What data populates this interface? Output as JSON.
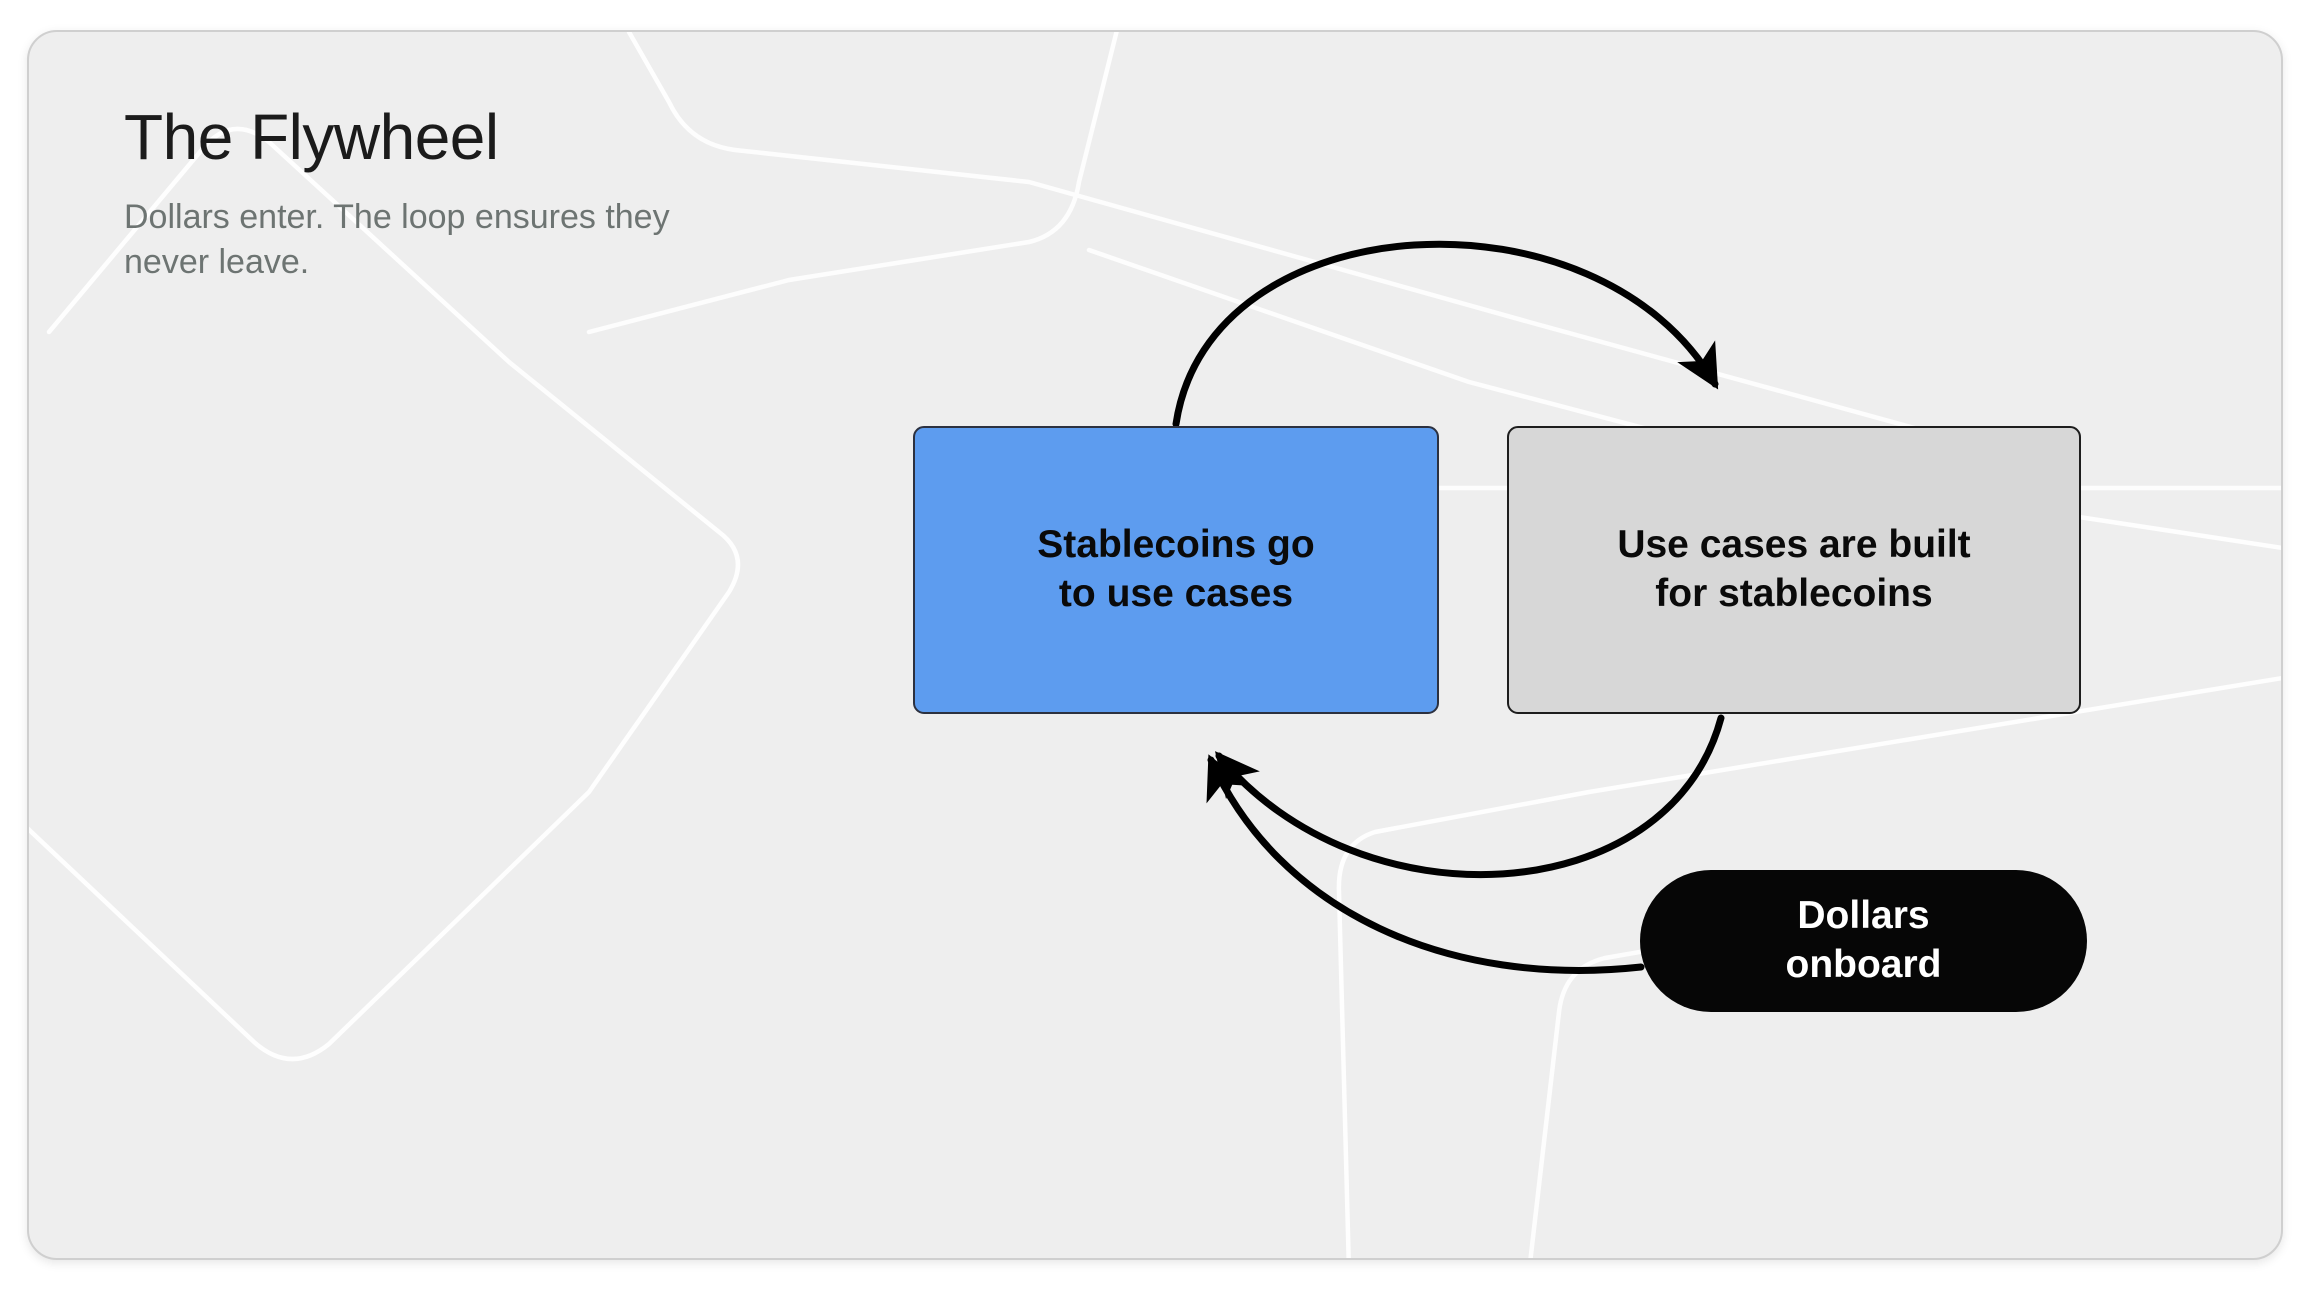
{
  "slide": {
    "title": "The Flywheel",
    "subtitle": "Dollars enter. The loop ensures they never leave.",
    "background_color": "#eeeeee"
  },
  "diagram": {
    "type": "cycle-flywheel",
    "nodes": [
      {
        "id": "stablecoins-go",
        "label": "Stablecoins go\nto use cases",
        "shape": "rounded-rect",
        "fill": "#5d9cef",
        "text_color": "#0a0a0a",
        "border_color": "#2c3140"
      },
      {
        "id": "use-cases-built",
        "label": "Use cases are built\nfor stablecoins",
        "shape": "rounded-rect",
        "fill": "#d7d7d7",
        "text_color": "#0a0a0a",
        "border_color": "#1d1d1d"
      },
      {
        "id": "dollars-onboard",
        "label": "Dollars\nonboard",
        "shape": "pill",
        "fill": "#060606",
        "text_color": "#ffffff",
        "border_color": "#060606"
      }
    ],
    "edges": [
      {
        "id": "edge-stablecoins-to-usecases",
        "from": "stablecoins-go",
        "to": "use-cases-built",
        "style": "curved-arc-top",
        "color": "#000000"
      },
      {
        "id": "edge-usecases-to-stablecoins",
        "from": "use-cases-built",
        "to": "stablecoins-go",
        "style": "curved-arc-bottom",
        "color": "#000000"
      },
      {
        "id": "edge-dollars-to-stablecoins",
        "from": "dollars-onboard",
        "to": "stablecoins-go",
        "style": "curved-sweep",
        "color": "#000000"
      }
    ]
  }
}
